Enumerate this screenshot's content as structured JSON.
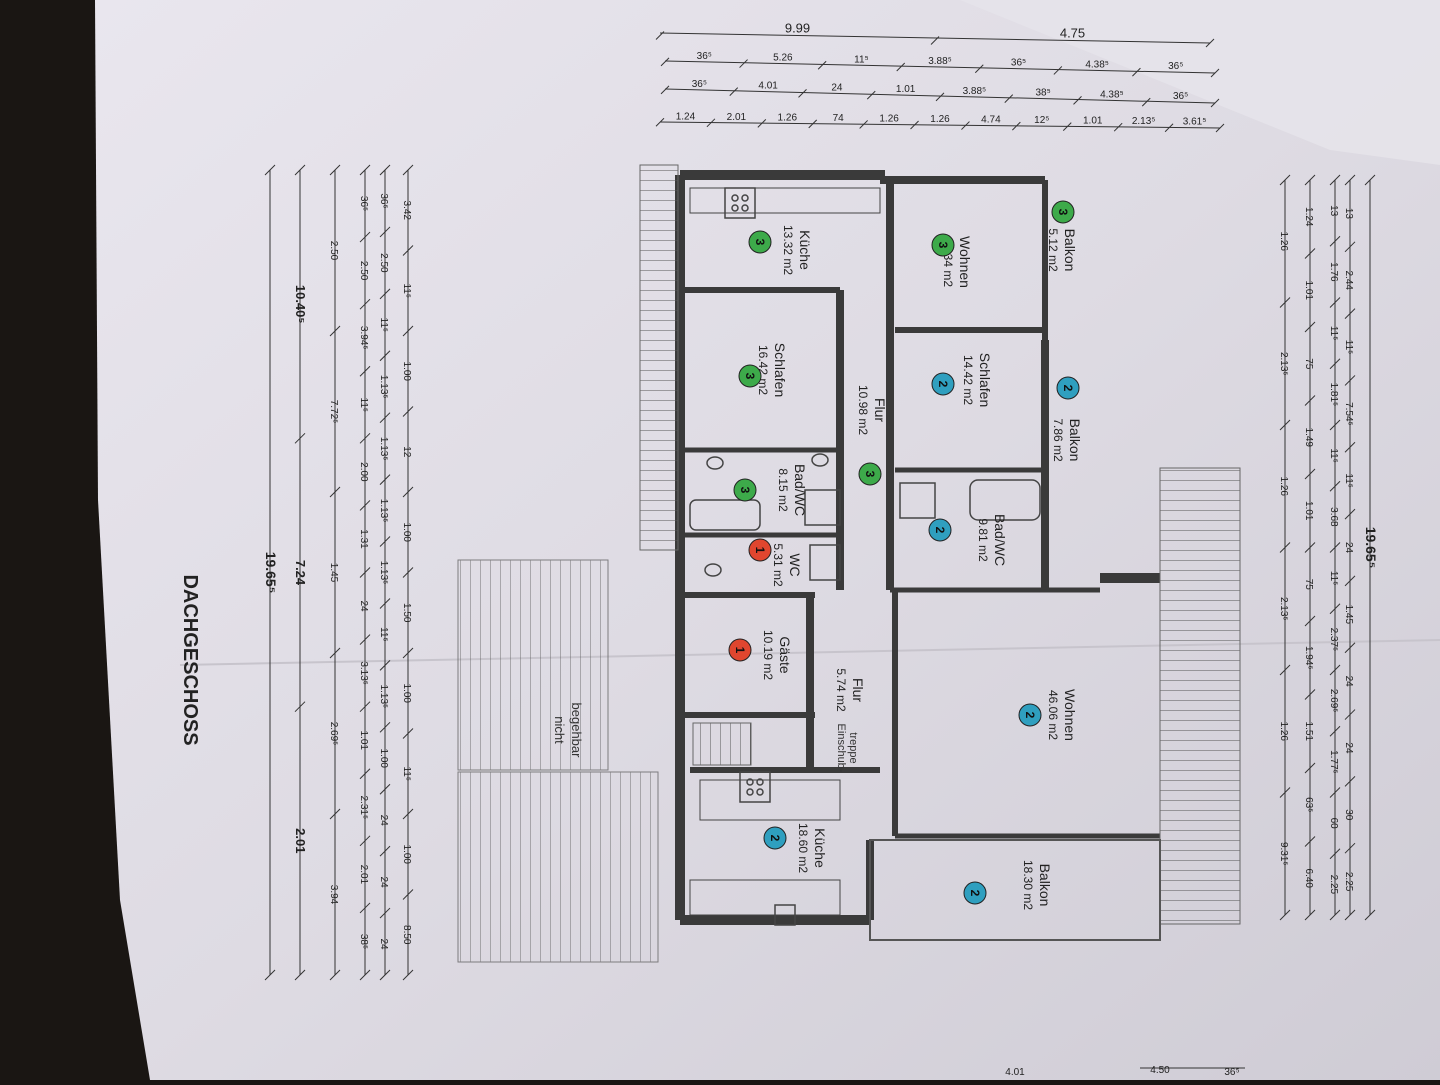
{
  "title": "DACHGESCHOSS",
  "not_walkable": [
    "nicht",
    "begehbar"
  ],
  "attic_stair": [
    "Einschub-",
    "treppe"
  ],
  "rooms": [
    {
      "key": "kueche3",
      "name": "Küche",
      "area": "13.32 m2",
      "unit": "3"
    },
    {
      "key": "schlafen3",
      "name": "Schlafen",
      "area": "16.42 m2",
      "unit": "3"
    },
    {
      "key": "bad3",
      "name": "Bad/WC",
      "area": "8.15 m2",
      "unit": "3"
    },
    {
      "key": "flur3",
      "name": "Flur",
      "area": "10.98 m2",
      "unit": "3"
    },
    {
      "key": "wohnen3",
      "name": "Wohnen",
      "area": "14.34 m2",
      "unit": "3"
    },
    {
      "key": "balkon3",
      "name": "Balkon",
      "area": "5.12 m2",
      "unit": "3"
    },
    {
      "key": "schlafen2",
      "name": "Schlafen",
      "area": "14.42 m2",
      "unit": "2"
    },
    {
      "key": "balkon2a",
      "name": "Balkon",
      "area": "7.86 m2",
      "unit": "2"
    },
    {
      "key": "bad2",
      "name": "Bad/WC",
      "area": "9.81 m2",
      "unit": "2"
    },
    {
      "key": "wc1",
      "name": "WC",
      "area": "5.31 m2",
      "unit": "1"
    },
    {
      "key": "gaeste1",
      "name": "Gäste",
      "area": "10.19 m2",
      "unit": "1"
    },
    {
      "key": "flur1",
      "name": "Flur",
      "area": "5.74 m2",
      "unit": ""
    },
    {
      "key": "wohnen2",
      "name": "Wohnen",
      "area": "46.06 m2",
      "unit": "2"
    },
    {
      "key": "kueche2",
      "name": "Küche",
      "area": "18.60 m2",
      "unit": "2"
    },
    {
      "key": "balkon2b",
      "name": "Balkon",
      "area": "18.30 m2",
      "unit": "2"
    }
  ],
  "unit_colors": {
    "1": "#e0462f",
    "2": "#2f9fbf",
    "3": "#3daa4a"
  },
  "dimensions": {
    "top_total": [
      "9.99",
      "4.75"
    ],
    "top_row1": [
      "36⁵",
      "5.26",
      "11⁵",
      "3.88⁵",
      "36⁵",
      "4.38⁵",
      "36⁵"
    ],
    "top_row2": [
      "36⁵",
      "4.01",
      "24",
      "1.01",
      "3.88⁵",
      "38⁵",
      "4.38⁵",
      "36⁵"
    ],
    "top_row3": [
      "1.24",
      "2.01",
      "1.26",
      "74",
      "1.26",
      "1.26",
      "4.74",
      "12⁵",
      "1.01",
      "2.13⁵",
      "3.61⁵"
    ],
    "bottom_totals": [
      "10.40⁵",
      "7.24",
      "2.01",
      "19.65⁵"
    ],
    "bottom_row1": [
      "3.42",
      "11⁵",
      "1.00",
      "12",
      "1.00",
      "1.50",
      "1.00",
      "11⁵",
      "1.00",
      "8.50"
    ],
    "bottom_row2": [
      "36⁵",
      "2.50",
      "11⁵",
      "1.13⁵",
      "1.13⁵",
      "1.13⁵",
      "1.13⁵",
      "11⁵",
      "1.13⁵",
      "1.00",
      "24",
      "24",
      "24"
    ],
    "bottom_row3": [
      "36⁵",
      "2.50",
      "3.94⁵",
      "11⁵",
      "2.00",
      "1.31",
      "24",
      "3.13⁵",
      "1.01",
      "2.31⁵",
      "2.01",
      "38⁵"
    ],
    "bottom_row4": [
      "2.50",
      "7.72⁵",
      "1.45",
      "2.69⁵",
      "3.94"
    ],
    "right_total": "19.65⁵",
    "right_row1": [
      "13",
      "2.44",
      "11⁵",
      "7.54⁵",
      "11⁵",
      "24",
      "1.45",
      "24",
      "24",
      "30",
      "2.25"
    ],
    "right_row2": [
      "13",
      "1.76",
      "11⁵",
      "1.81⁵",
      "11⁵",
      "3.68",
      "11⁵",
      "2.37⁵",
      "2.69⁵",
      "1.77⁵",
      "60",
      "2.25"
    ],
    "right_row3": [
      "1.24",
      "1.01",
      "75",
      "1.49",
      "1.01",
      "75",
      "1.94⁶",
      "1.51",
      "63⁵",
      "6.40"
    ],
    "right_row4": [
      "1.26",
      "2.13⁵",
      "1.26",
      "2.13⁵",
      "1.26",
      "9.31⁵"
    ],
    "misc": [
      "4.01",
      "4.50",
      "36⁵"
    ]
  }
}
